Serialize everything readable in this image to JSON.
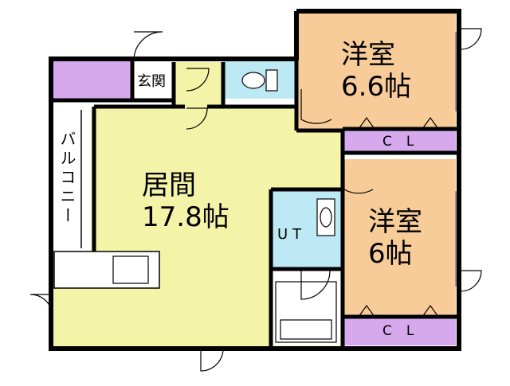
{
  "floorplan": {
    "rooms": {
      "living": {
        "name": "居間",
        "size": "17.8帖"
      },
      "western_1": {
        "name": "洋室",
        "size": "6.6帖"
      },
      "western_2": {
        "name": "洋室",
        "size": "6帖"
      },
      "entrance": {
        "name": "玄関"
      },
      "utility": {
        "name": "UT"
      },
      "balcony": {
        "name": "バルコニー"
      },
      "closet_1": {
        "name": "CL"
      },
      "closet_2": {
        "name": "CL"
      }
    },
    "colors": {
      "living": "#f4f4a8",
      "western": "#f7cc99",
      "utility": "#bde9f5",
      "storage": "#d5a9ec",
      "wall": "#000000",
      "balcony": "#ffffff"
    }
  }
}
